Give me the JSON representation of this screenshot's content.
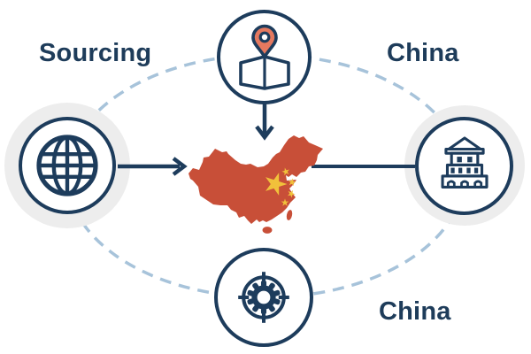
{
  "diagram": {
    "labels": {
      "sourcing": "Sourcing",
      "china_top_right": "China",
      "china_bottom_right": "China"
    },
    "nodes": [
      {
        "position": "top",
        "icon": "map-location-pin-icon"
      },
      {
        "position": "left",
        "icon": "globe-icon"
      },
      {
        "position": "right",
        "icon": "trade-building-icon"
      },
      {
        "position": "bottom",
        "icon": "target-gear-icon"
      },
      {
        "position": "center",
        "icon": "china-map-graphic"
      }
    ],
    "connectors": {
      "dashed_ellipse": true,
      "arrow_top_to_center": true,
      "arrow_left_to_center": true,
      "line_center_to_right": true
    },
    "colors": {
      "navy": "#1d3c5c",
      "dashed_arc": "#a7c3da",
      "halo_gray": "#ededed",
      "map_red": "#c84f38",
      "star_gold": "#f1c13b",
      "pin_salmon": "#e5795f",
      "background": "#ffffff"
    }
  }
}
